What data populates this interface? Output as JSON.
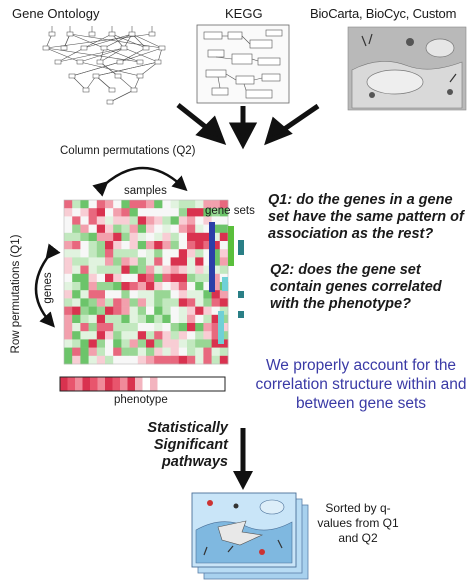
{
  "sources": {
    "go_label": "Gene Ontology",
    "kegg_label": "KEGG",
    "other_label": "BioCarta, BioCyc, Custom"
  },
  "permutations": {
    "column_label": "Column permutations (Q2)",
    "row_label": "Row permutations (Q1)"
  },
  "matrix": {
    "samples_label": "samples",
    "genes_label": "genes",
    "gene_sets_label": "gene sets",
    "phenotype_label": "phenotype"
  },
  "questions": {
    "q1": "Q1: do the genes in a gene set have the same pattern of association as the rest?",
    "q2": "Q2: does the gene set contain genes correlated with the phenotype?"
  },
  "claim": "We properly account for the correlation structure within and between gene sets",
  "result": {
    "label": "Statistically Significant pathways",
    "sorted_note": "Sorted by q-values from Q1 and Q2"
  },
  "colors": {
    "heat_red": "#d9324f",
    "heat_green": "#6cc46a",
    "gene_set_blue": "#2b3fa8",
    "gene_set_green": "#5abf3c",
    "gene_set_cyan": "#6fd0d6",
    "gene_set_teal": "#2a7f86",
    "claim_blue": "#3a3aa6"
  }
}
